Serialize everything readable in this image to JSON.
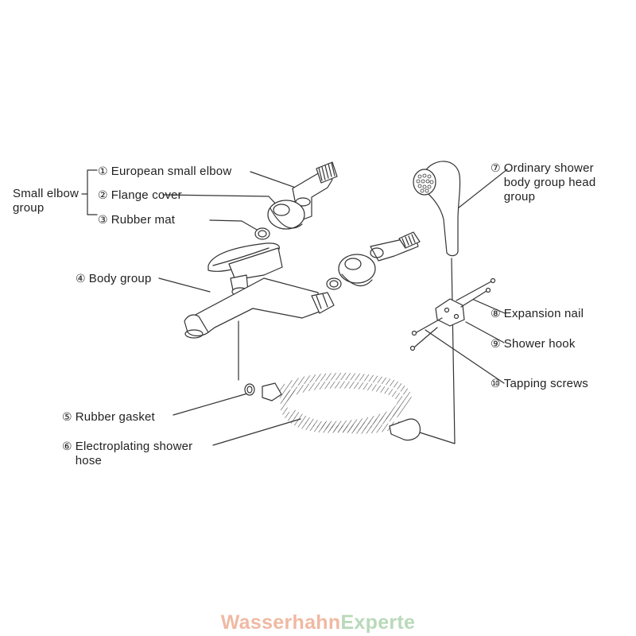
{
  "group": {
    "label": "Small elbow\ngroup"
  },
  "parts": [
    {
      "num": "①",
      "name": "European small elbow"
    },
    {
      "num": "②",
      "name": "Flange cover"
    },
    {
      "num": "③",
      "name": "Rubber mat"
    },
    {
      "num": "④",
      "name": "Body group"
    },
    {
      "num": "⑤",
      "name": "Rubber gasket"
    },
    {
      "num": "⑥",
      "name": "Electroplating shower\nhose"
    },
    {
      "num": "⑦",
      "name": "Ordinary shower\nbody group head\ngroup"
    },
    {
      "num": "⑧",
      "name": "Expansion nail"
    },
    {
      "num": "⑨",
      "name": "Shower hook"
    },
    {
      "num": "⑩",
      "name": "Tapping screws"
    }
  ],
  "watermark": {
    "part_a": "Wasserhahn",
    "part_b": "Experte"
  },
  "colors": {
    "line": "#333333",
    "watermark_a": "#f0b9a3",
    "watermark_b": "#b9d9ba"
  }
}
